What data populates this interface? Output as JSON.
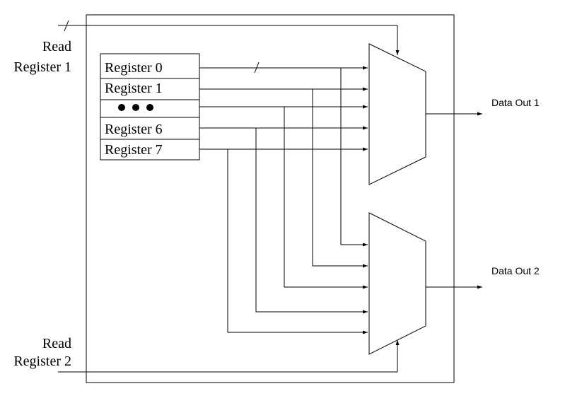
{
  "inputs": {
    "read_register_1": [
      "Read",
      "Register 1"
    ],
    "read_register_2": [
      "Read",
      "Register 2"
    ]
  },
  "registers": [
    "Register 0",
    "Register 1",
    "",
    "Register 6",
    "Register 7"
  ],
  "outputs": {
    "data_out_1": "Data Out 1",
    "data_out_2": "Data Out 2"
  },
  "ellipsis_dots": 3
}
